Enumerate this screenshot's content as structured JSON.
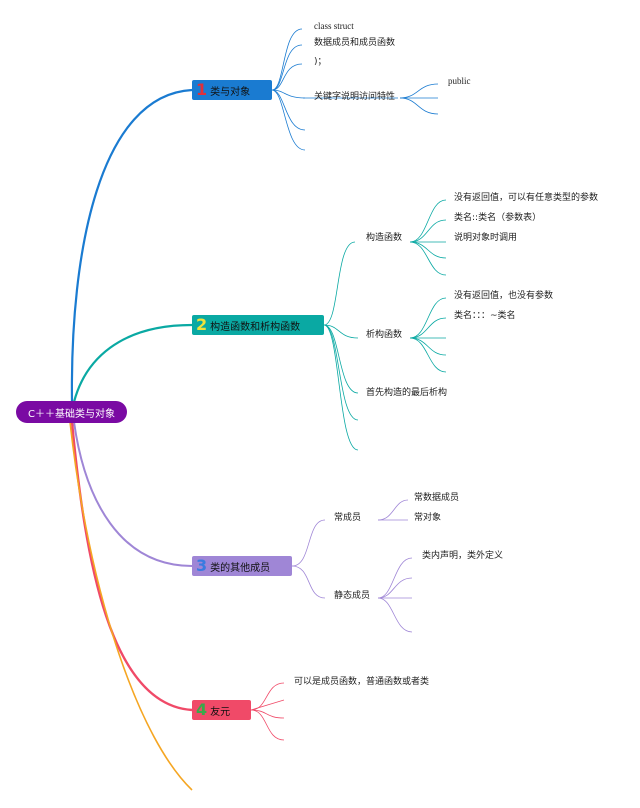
{
  "root": {
    "label": "C＋＋基础类与对象"
  },
  "branches": [
    {
      "number": "1",
      "label": "类与对象",
      "color": "#1a7bd1",
      "num_color": "#e0303a",
      "children": [
        {
          "label": "class struct"
        },
        {
          "label": "数据成员和成员函数"
        },
        {
          "label": ")；"
        },
        {
          "label": "关键字说明访问特性",
          "children": [
            {
              "label": "public"
            },
            {
              "label": ""
            },
            {
              "label": ""
            }
          ]
        },
        {
          "label": ""
        },
        {
          "label": ""
        }
      ]
    },
    {
      "number": "2",
      "label": "构造函数和析构函数",
      "color": "#0aa9a3",
      "num_color": "#f2e23a",
      "children": [
        {
          "label": "构造函数",
          "children": [
            {
              "label": "没有返回值，可以有任意类型的参数"
            },
            {
              "label": "类名::类名（参数表）"
            },
            {
              "label": "说明对象时调用"
            },
            {
              "label": ""
            },
            {
              "label": ""
            }
          ]
        },
        {
          "label": "析构函数",
          "children": [
            {
              "label": "没有返回值，也没有参数"
            },
            {
              "label": "类名：：：~类名"
            },
            {
              "label": ""
            },
            {
              "label": ""
            },
            {
              "label": ""
            }
          ]
        },
        {
          "label": "首先构造的最后析构"
        },
        {
          "label": ""
        },
        {
          "label": ""
        }
      ]
    },
    {
      "number": "3",
      "label": "类的其他成员",
      "color": "#9f86d6",
      "num_color": "#3a7be0",
      "children": [
        {
          "label": "常成员",
          "children": [
            {
              "label": "常数据成员"
            },
            {
              "label": "常对象"
            }
          ]
        },
        {
          "label": "静态成员",
          "children": [
            {
              "label": "类内声明，类外定义"
            },
            {
              "label": ""
            },
            {
              "label": ""
            },
            {
              "label": ""
            }
          ]
        }
      ]
    },
    {
      "number": "4",
      "label": "友元",
      "color": "#f04a68",
      "num_color": "#3aa84a",
      "children": [
        {
          "label": "可以是成员函数，普通函数或者类"
        },
        {
          "label": ""
        },
        {
          "label": ""
        },
        {
          "label": ""
        }
      ]
    }
  ],
  "colors": {
    "root_fill": "#7a0aa3",
    "orange_branch": "#f5a623"
  }
}
